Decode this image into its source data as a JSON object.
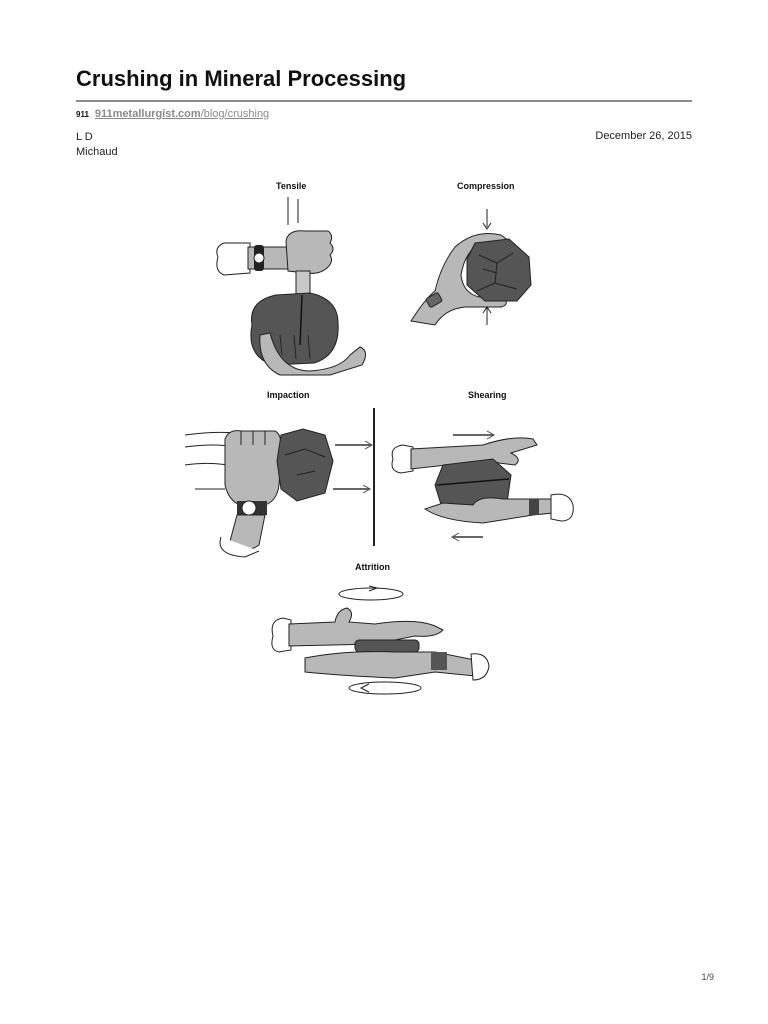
{
  "header": {
    "title": "Crushing in Mineral Processing",
    "source_badge": "911",
    "source_domain": "911metallurgist.com",
    "source_path": "/blog/crushing"
  },
  "meta": {
    "author_line1": "L D",
    "author_line2": "Michaud",
    "date": "December 26, 2015"
  },
  "figure": {
    "panels": [
      {
        "label": "Tensile",
        "icon": "hand-pulling-rock-illustration"
      },
      {
        "label": "Compression",
        "icon": "hand-squeezing-rock-illustration"
      },
      {
        "label": "Impaction",
        "icon": "fist-striking-rock-illustration"
      },
      {
        "label": "Shearing",
        "icon": "hands-sliding-rock-illustration"
      },
      {
        "label": "Attrition",
        "icon": "hands-rubbing-rock-illustration"
      }
    ],
    "colors": {
      "rock": "#555555",
      "skin": "#b8b8b8",
      "outline": "#222222"
    }
  },
  "footer": {
    "page_number": "1/9"
  }
}
